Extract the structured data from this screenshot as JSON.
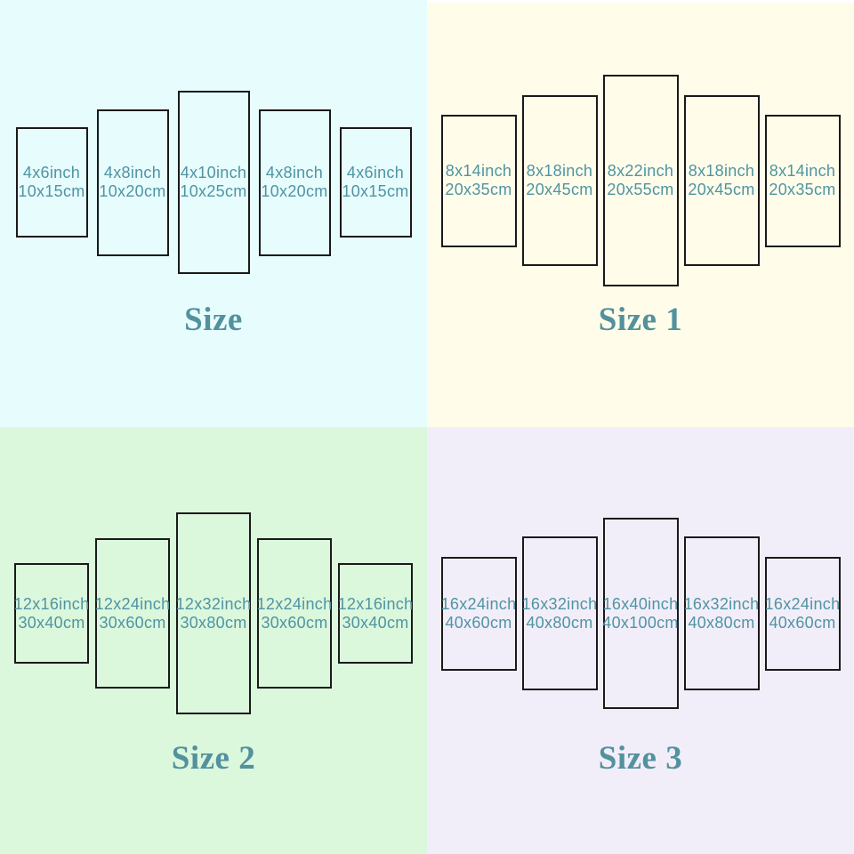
{
  "colors": {
    "label_text": "#4f94a3",
    "title_text": "#53919e",
    "panel_border": "#1a1a1a",
    "top_strip": "#ffffff"
  },
  "quadrants": [
    {
      "title": "Size",
      "bg": "#e7fcfd",
      "panels": [
        {
          "line1": "4x6inch",
          "line2": "10x15cm"
        },
        {
          "line1": "4x8inch",
          "line2": "10x20cm"
        },
        {
          "line1": "4x10inch",
          "line2": "10x25cm"
        },
        {
          "line1": "4x8inch",
          "line2": "10x20cm"
        },
        {
          "line1": "4x6inch",
          "line2": "10x15cm"
        }
      ]
    },
    {
      "title": "Size 1",
      "bg": "#fffdea",
      "panels": [
        {
          "line1": "8x14inch",
          "line2": "20x35cm"
        },
        {
          "line1": "8x18inch",
          "line2": "20x45cm"
        },
        {
          "line1": "8x22inch",
          "line2": "20x55cm"
        },
        {
          "line1": "8x18inch",
          "line2": "20x45cm"
        },
        {
          "line1": "8x14inch",
          "line2": "20x35cm"
        }
      ]
    },
    {
      "title": "Size 2",
      "bg": "#dbf7dc",
      "panels": [
        {
          "line1": "12x16inch",
          "line2": "30x40cm"
        },
        {
          "line1": "12x24inch",
          "line2": "30x60cm"
        },
        {
          "line1": "12x32inch",
          "line2": "30x80cm"
        },
        {
          "line1": "12x24inch",
          "line2": "30x60cm"
        },
        {
          "line1": "12x16inch",
          "line2": "30x40cm"
        }
      ]
    },
    {
      "title": "Size 3",
      "bg": "#f2eef9",
      "panels": [
        {
          "line1": "16x24inch",
          "line2": "40x60cm"
        },
        {
          "line1": "16x32inch",
          "line2": "40x80cm"
        },
        {
          "line1": "16x40inch",
          "line2": "40x100cm"
        },
        {
          "line1": "16x32inch",
          "line2": "40x80cm"
        },
        {
          "line1": "16x24inch",
          "line2": "40x60cm"
        }
      ]
    }
  ]
}
